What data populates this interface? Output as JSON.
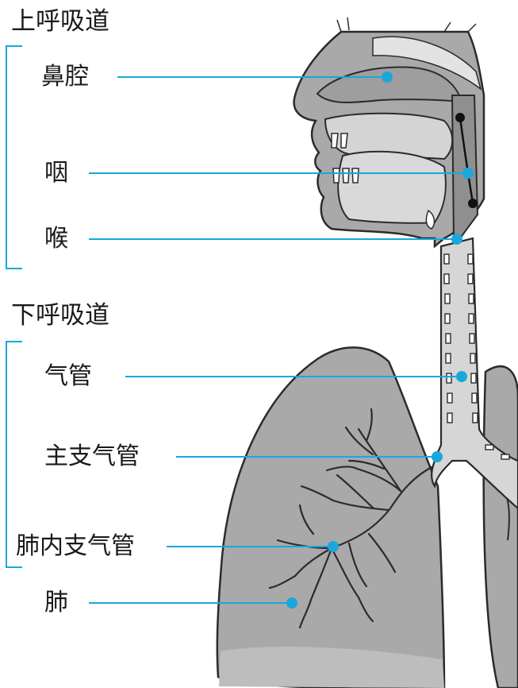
{
  "groups": {
    "upper": "上呼吸道",
    "lower": "下呼吸道"
  },
  "labels": {
    "nasal_cavity": "鼻腔",
    "pharynx": "咽",
    "larynx": "喉",
    "trachea": "气管",
    "main_bronchus": "主支气管",
    "intrapulmonary_bronchus": "肺内支气管",
    "lung": "肺"
  },
  "colors": {
    "leader": "#1aa7dc",
    "bracket": "#1aa7dc",
    "tissue_fill": "#a9a9a9",
    "tissue_light": "#d9d9d9",
    "outline": "#2b2b2b"
  }
}
